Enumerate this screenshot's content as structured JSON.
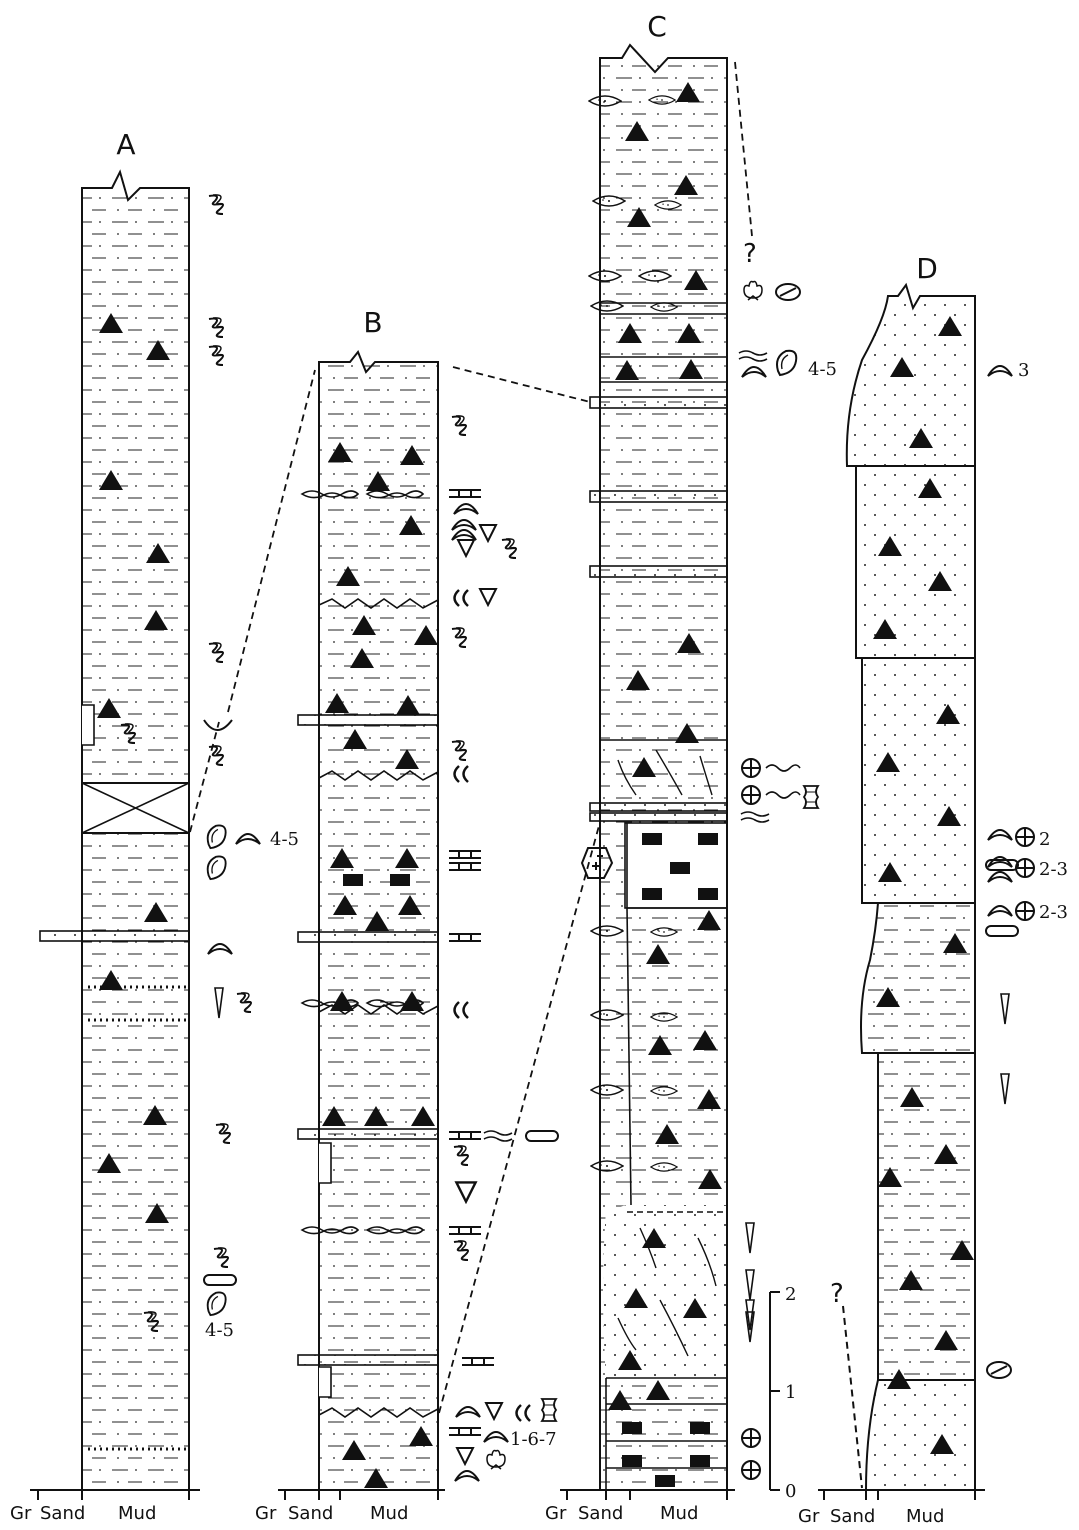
{
  "columns": [
    {
      "letter": "A",
      "axis": {
        "gr": "Gr",
        "sand": "Sand",
        "mud": "Mud"
      },
      "annotations": [
        "4-5",
        "4-5"
      ]
    },
    {
      "letter": "B",
      "axis": {
        "gr": "Gr",
        "sand": "Sand",
        "mud": "Mud"
      },
      "annotations": [
        "1-6-7"
      ]
    },
    {
      "letter": "C",
      "axis": {
        "gr": "Gr",
        "sand": "Sand",
        "mud": "Mud"
      },
      "annotations": [
        "4-5"
      ],
      "query": "?"
    },
    {
      "letter": "D",
      "axis": {
        "gr": "Gr",
        "sand": "Sand",
        "mud": "Mud"
      },
      "annotations": [
        "3",
        "2",
        "2-3",
        "2-3"
      ],
      "query": "?"
    }
  ],
  "scale": {
    "ticks": [
      "2",
      "1",
      "0"
    ],
    "unit": ""
  },
  "colors": {
    "ink": "#111111",
    "paper": "#ffffff"
  }
}
